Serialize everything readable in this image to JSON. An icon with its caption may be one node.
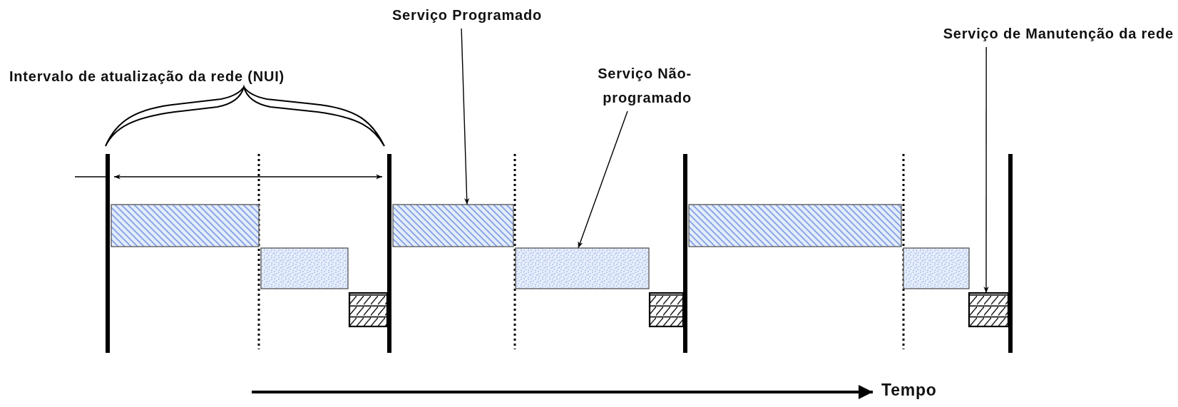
{
  "diagram": {
    "nodes": [
      {
        "text": [
          "Serviço Programado"
        ]
      },
      {
        "text": [
          "Serviço Não-programado"
        ]
      },
      {
        "text": [
          "Serviço de Manutenção da rede"
        ]
      },
      {
        "text": [],
        "shape": "bar"
      },
      {
        "text": [],
        "shape": "bar"
      },
      {
        "text": [],
        "shape": "box"
      },
      {
        "text": [],
        "shape": "bar"
      },
      {
        "text": [],
        "shape": "bar"
      },
      {
        "text": [],
        "shape": "box"
      },
      {
        "text": [],
        "shape": "bar"
      },
      {
        "text": [],
        "shape": "bar"
      },
      {
        "text": [],
        "shape": "box"
      }
    ],
    "edges": [
      {
        "from": 0,
        "to": 6,
        "arrow": "to"
      },
      {
        "from": 1,
        "to": 7,
        "arrow": "to"
      },
      {
        "from": 2,
        "to": 11,
        "arrow": "to"
      }
    ],
    "labels": [
      "Intervalo de atualização da rede (NUI)",
      "Tempo"
    ]
  }
}
